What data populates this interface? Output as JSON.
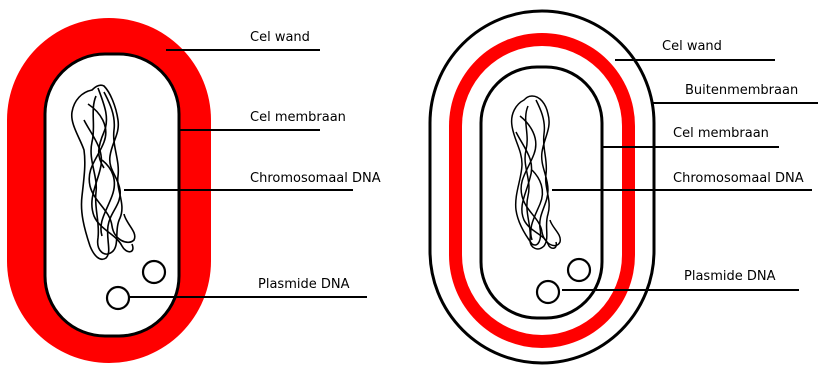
{
  "colors": {
    "cell_wall": "#ff0000",
    "outline": "#000000",
    "background": "#ffffff"
  },
  "left_cell": {
    "labels": {
      "cell_wall": "Cel wand",
      "cell_membrane": "Cel membraan",
      "chromosomal_dna": "Chromosomaal DNA",
      "plasmid_dna": "Plasmide DNA"
    }
  },
  "right_cell": {
    "labels": {
      "cell_wall": "Cel wand",
      "outer_membrane": "Buitenmembraan",
      "cell_membrane": "Cel membraan",
      "chromosomal_dna": "Chromosomaal DNA",
      "plasmid_dna": "Plasmide DNA"
    }
  }
}
